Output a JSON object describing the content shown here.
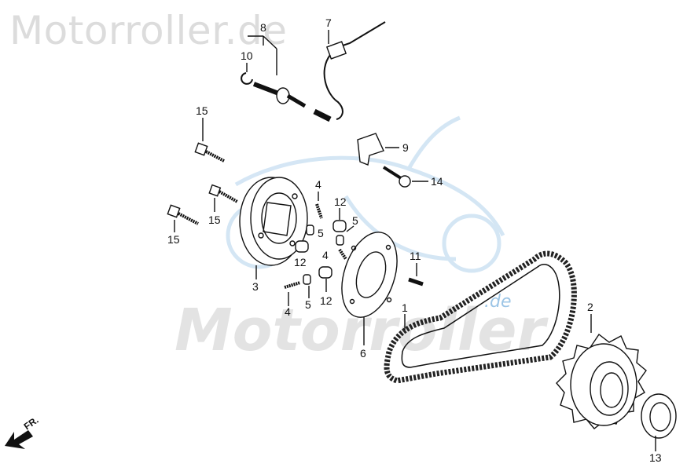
{
  "watermark": {
    "top": "Motorroller.de",
    "middle": "Motorroller",
    "middle_suffix": ".de"
  },
  "direction_marker": "FR.",
  "part_numbers": {
    "p1": "1",
    "p2": "2",
    "p3": "3",
    "p4a": "4",
    "p4b": "4",
    "p4c": "4",
    "p5a": "5",
    "p5b": "5",
    "p5c": "5",
    "p6": "6",
    "p7": "7",
    "p8": "8",
    "p9": "9",
    "p10": "10",
    "p11": "11",
    "p12a": "12",
    "p12b": "12",
    "p12c": "12",
    "p13": "13",
    "p14": "14",
    "p15a": "15",
    "p15b": "15",
    "p15c": "15"
  },
  "colors": {
    "line": "#111111",
    "watermark_blue": "#9cc5e6",
    "watermark_gray": "#e0e0e0"
  }
}
